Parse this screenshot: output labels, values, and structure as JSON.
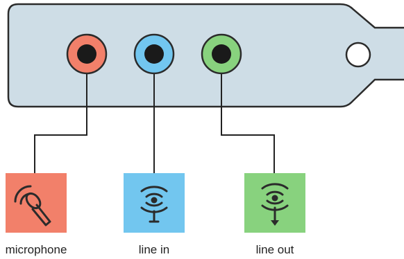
{
  "colors": {
    "panel_fill": "#cedde6",
    "panel_stroke": "#2b2b2b",
    "wire": "#222222",
    "jack_hole": "#1a1a1a",
    "mount_hole": "#ffffff",
    "microphone": "#f2806a",
    "line_in": "#72c6ef",
    "line_out": "#88d27e"
  },
  "ports": [
    {
      "id": "microphone",
      "label": "microphone",
      "color_key": "microphone",
      "icon": "microphone-icon"
    },
    {
      "id": "line-in",
      "label": "line in",
      "color_key": "line_in",
      "icon": "line-in-icon"
    },
    {
      "id": "line-out",
      "label": "line out",
      "color_key": "line_out",
      "icon": "line-out-icon"
    }
  ]
}
